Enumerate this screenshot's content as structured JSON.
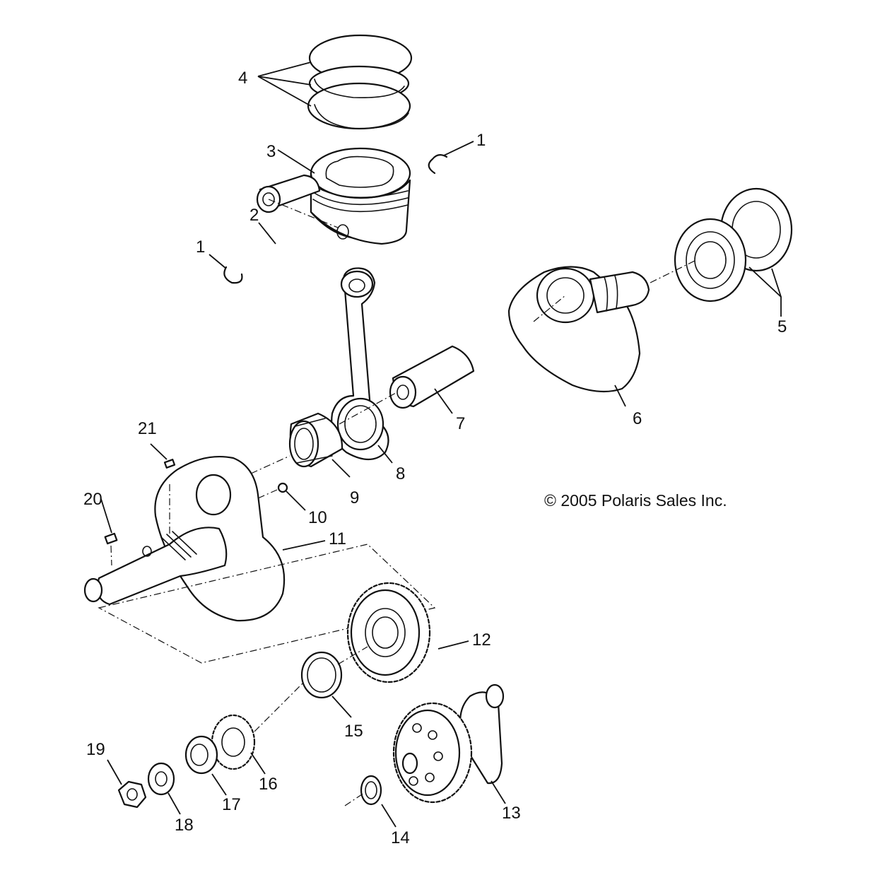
{
  "copyright": "© 2005 Polaris Sales Inc.",
  "callouts": {
    "c1a": "1",
    "c1b": "1",
    "c2": "2",
    "c3": "3",
    "c4": "4",
    "c5": "5",
    "c6": "6",
    "c7": "7",
    "c8": "8",
    "c9": "9",
    "c10": "10",
    "c11": "11",
    "c12": "12",
    "c13": "13",
    "c14": "14",
    "c15": "15",
    "c16": "16",
    "c17": "17",
    "c18": "18",
    "c19": "19",
    "c20": "20",
    "c21": "21"
  }
}
